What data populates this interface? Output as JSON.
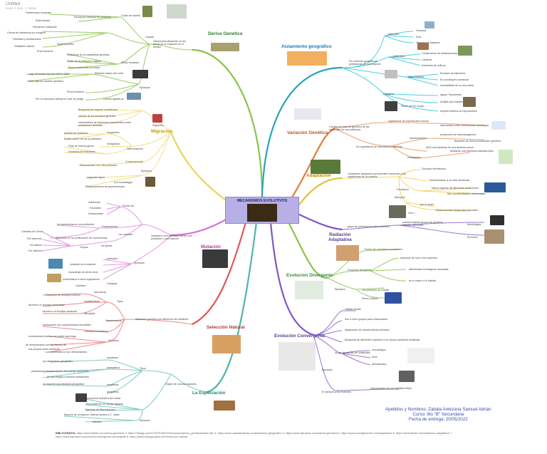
{
  "header": {
    "title": "Untitled",
    "subtitle": "Hace 2 días · 4 vistas"
  },
  "center": {
    "title": "MECANISMOS EVOLUTIVOS"
  },
  "branches": {
    "deriva": {
      "title": "Deriva Genetica",
      "color": "#2e7d32",
      "main": "Variaciones aleatorias en las\nalelas de un respecto en el\ntiempo",
      "causas": "Causas",
      "cuello": "Cuello de botella",
      "efecto_fundador": "Efecto fundador",
      "ejemplos": "Ejemplos",
      "items": [
        "Poblaciones humanas",
        "Reducción drástica de población",
        "Enfermedad",
        "Pandemia Catástrofe",
        "Guerra de hambruna y/o exógeno",
        "Fertilidad y civilizaciones",
        "Supervivientes",
        "Desastres natural",
        "Eres hombres",
        "Reducción de la variabilidad genetica",
        "Poder de la poblacion original",
        "Pocos resistentes a la lepra",
        "Luego de fundar nuevas 1820 y 1880",
        "vuelto bajo de caracter genético",
        "Elefante marino del norte",
        "Elena hombres",
        "Cuenta zapateros",
        "Por su ubicación cambia el color de pelaje"
      ]
    },
    "aislamiento": {
      "title": "Aislamiento geográfico",
      "color": "#1a7ca8",
      "main": "Por barreras geográficas\npoblaciones de una especie",
      "items": [
        "Naturales",
        "Oceanos",
        "Ríos",
        "Desierto de Atacama",
        "Artificiales",
        "Construcción de Infraestructura",
        "Caminos",
        "Extensión de cultivos",
        "Otros Pueblos",
        "Escasez de Alimentos",
        "En constituyen comarcas",
        "Inestabilidad de la zona clima",
        "Ejemplos",
        "Aguas Turbulentas",
        "Ardillas que impiden el cruce",
        "Peces del rio Congo",
        "Impiden barrera de reproducción"
      ]
    },
    "variacion": {
      "title": "Variación Genética",
      "color": "#c0502a",
      "main": "Cambio de material genético de las\nmoléculas de una población",
      "items": [
        "organismos de reproducción sexual",
        "Intercambio entre cromosomas homólogos",
        "De organismos de reproducción asexual",
        "transformación",
        "producción de más transgénica",
        "Bacterias de forma procesación genética",
        "ADN a la bacterias de una bacteria nueva",
        "conjugación",
        "Mediante una estructura llamada pilus"
      ]
    },
    "adaptacion": {
      "title": "Adaptación",
      "color": "#c08a00",
      "main": "Caracteres adquiridos que permiten sobrevivir a los\norganismos de un entorno",
      "items": [
        "Genotipo beneficioso",
        "Características a un nivel ambiental",
        "Fenotípica",
        "Mismo especie de diferentes condiciones",
        "Ejemplos",
        "Mar a profundidades ambientales",
        "por lo mejor",
        "Desenvolverse desperdicia favorable",
        "Zorro"
      ]
    },
    "radiacion": {
      "title": "Radiación\nAdaptativa",
      "color": "#5a3b8f",
      "main": "grupo de poblaciones sobre cambios",
      "items": [
        "cuando existían grupos de diversos\nhábitats diferentes",
        "Murciélagos",
        "Pinzones"
      ]
    },
    "divergente": {
      "title": "Evolución Divergente",
      "color": "#3a8a3a",
      "main": "Evolución divergente",
      "items": [
        "Fusión de caracteres ancestrales",
        "Aparición de una o dos especies",
        "diferencias morfológicas marcadas",
        "en el mismo o el hábitat",
        "Ejemplos",
        "Los pinzones de Darwin",
        "Peces cíclidos"
      ]
    },
    "convergente": {
      "title": "Evolución Convergente",
      "color": "#5a3b8f",
      "main": "Ejemplos",
      "items": [
        "Hábitat similar",
        "Son a entre grupos para relacionados",
        "Adquisición de características similares",
        "Búsqueda de diferentes especies a un mismo problema ambiental",
        "Surge de cambio de similitudes",
        "murciélagos",
        "aves",
        "pterodáctilos",
        "El ejemplo y los recientes",
        "relacionadas con sus hábitats brillan"
      ]
    },
    "especiacion": {
      "title": "La Especiación",
      "color": "#1a8a6a",
      "main": "Origen de nuevas especies",
      "tipos": "Tipos",
      "items": [
        "alopátrica",
        "por aislamiento geográfico",
        "parapátrica",
        "poblaciones aisladas tienen otra pareja nacimiento",
        "se han elegido a barrera inexistentes",
        "simpátrica",
        "no requiere una distancia geográfica",
        "peripátrica",
        "Producción selectiva del medio",
        "Una población es cuerpo aislante",
        "Barreras de Reproducción",
        "Ejemplos",
        "Especie de la especie Cabras nanese y C. nares",
        "Macaco"
      ]
    },
    "seleccion": {
      "title": "Selección Natural",
      "color": "#b03a3a",
      "main": "Alteración genética por influencia del ambiente",
      "items": [
        "direccional",
        "Favorecer un fenotipo extremo",
        "estabilizadora",
        "favorece un fenotipo intermedio",
        "disruptiva",
        "favorece un fenotipo particular",
        "Tipos",
        "Supervivencia",
        "Cambios hereditarios",
        "poblaciones con características favorables",
        "Ejemplos",
        "evolucionaron jirafas con cuello más largo",
        "de reemplazarse con los efectos de",
        "sus propios sobre ambiente",
        "Los ambientes no son demandantes"
      ]
    },
    "mutacion": {
      "title": "Mutación",
      "color": "#b03aa0",
      "main": "cambios a nivel genético dentro una\npoblación o una especie",
      "items": [
        "Puede ser",
        "Indiferente",
        "Favorable",
        "Desfavorable",
        "Consecuencia",
        "No contenerlas en una población",
        "Los cambios",
        "Alteración en la continuación de cromosomas",
        "De genes",
        "Cambios de Genes",
        "Por inserción",
        "De adición",
        "Por deleción",
        "Ejemplos",
        "población",
        "variación de la especie",
        "escarabajo de seres vivos",
        "polimorfismo a otros organismos",
        "Cangrejo",
        "Cambios",
        "Grupos"
      ]
    },
    "migracion": {
      "title": "Migración",
      "color": "#c09a00",
      "main": "Migración",
      "items": [
        "Búsqueda de mejores condiciones",
        "cambio de los fenotipos gémulos",
        "Intercambios de individuos reproductivos entre\npoblaciones distintas",
        "emigración",
        "pérdida de individuos",
        "Puede ocurrir de los la población",
        "inmigración",
        "Flujo de nuevos genes",
        "Ganancia de individuos",
        "Diferenciación",
        "Consecuencias",
        "Reproducción con otra población",
        "Ejemplos",
        "migración lapos",
        "Los murciélagos",
        "Desplazamiento de pavonimientos"
      ]
    }
  },
  "footer": {
    "author_name": "Apellidos y Nombres: Zabala Antezana Samuel Adrian",
    "course": "Curso: 6to \"B\" Secundaria",
    "date": "Fecha de entrega: 20/05/2022",
    "biblio_label": "BIBLIOGRAFIA:",
    "biblio_text": "https://www.lifeder.com/deriva-genetica/ 2. https://Sanigo.com/CONTENIDOS/evolucion/deriva_genética/index.htm 3. https://www.caracteristicas.co/aislamiento-geografico/ 4. https://www.ejemplos.co/variacion-genetica 5. https://www.ecologiaverde.com/adaptacion 6. https://www.lifeder.com/radiacion-adaptativa/ 7. https://www.ejemplos.co/evolucion-divergente-convergente 8. https://www.biologia-geek.com/seleccion-natural"
  },
  "colors": {
    "center": "#b7b0e6",
    "deriva": "#8bc34a",
    "aislamiento": "#26a6b4",
    "variacion": "#e07b3a",
    "adaptacion": "#e0c340",
    "radiacion": "#7e57c2",
    "divergente": "#8bc34a",
    "convergente": "#7e57c2",
    "especiacion": "#4db6ac",
    "seleccion": "#e05555",
    "mutacion": "#d46fd4",
    "migracion": "#e8d65a"
  }
}
